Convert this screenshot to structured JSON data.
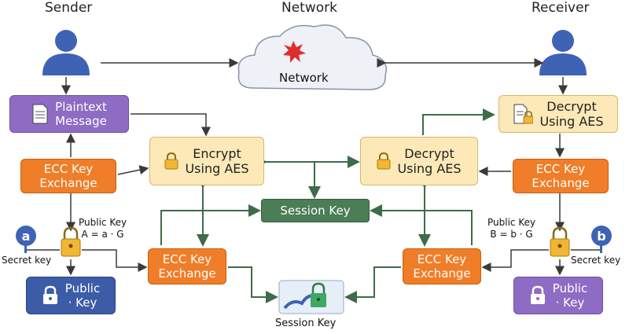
{
  "headers": {
    "sender": "Sender",
    "network": "Network",
    "receiver": "Receiver"
  },
  "cloud_label": "Network",
  "sender": {
    "plaintext": "Plaintext\nMessage",
    "ecc_exchange": "ECC Key\nExchange",
    "public_key_label": "Public Key\nA = a · G",
    "secret_letter": "a",
    "secret_label": "Secret key",
    "public_box": "Public\n· Key"
  },
  "center": {
    "encrypt": "Encrypt\nUsing AES",
    "decrypt": "Decrypt\nUsing AES",
    "session_key": "Session Key",
    "ecc_left": "ECC Key\nExchange",
    "ecc_right": "ECC Key\nExchange",
    "session_key_bottom": "Session Key"
  },
  "receiver": {
    "decrypt": "Decrypt\nUsing AES",
    "ecc_exchange": "ECC Key\nExchange",
    "public_key_label": "Public Key\nB = b · G",
    "secret_letter": "b",
    "secret_label": "Secret key",
    "public_box": "Public\n· Key"
  },
  "colors": {
    "orange": "#f07d28",
    "yellow": "#fde9b8",
    "purple": "#8e6cc4",
    "blue": "#3d5ca8",
    "green": "#4b7d57",
    "arrow_dark": "#3a3a3a",
    "arrow_green": "#3e6b4a"
  }
}
